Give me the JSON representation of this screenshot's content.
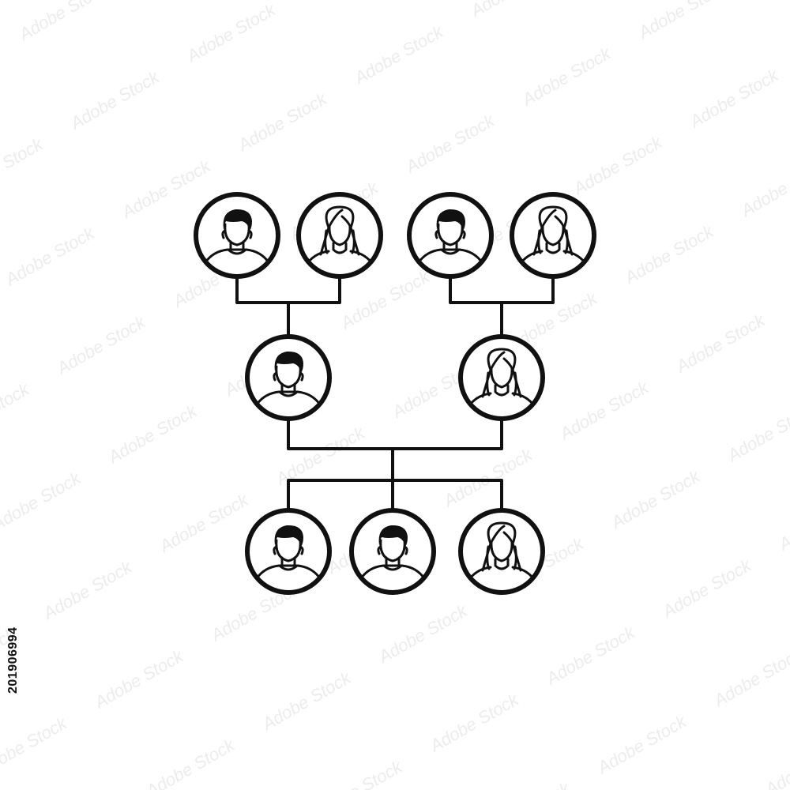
{
  "stock_id": "201906994",
  "watermark_text": "Adobe Stock",
  "colors": {
    "ink": "#111111",
    "background": "#ffffff",
    "watermark": "#e6e6e6"
  },
  "family_tree": {
    "generations": [
      {
        "name": "grandparents",
        "members": [
          {
            "id": "gp1",
            "gender": "male",
            "icon": "man-icon"
          },
          {
            "id": "gp2",
            "gender": "female",
            "icon": "woman-icon"
          },
          {
            "id": "gp3",
            "gender": "male",
            "icon": "man-icon"
          },
          {
            "id": "gp4",
            "gender": "female",
            "icon": "woman-icon"
          }
        ]
      },
      {
        "name": "parents",
        "members": [
          {
            "id": "p1",
            "gender": "male",
            "icon": "man-icon"
          },
          {
            "id": "p2",
            "gender": "female",
            "icon": "woman-icon"
          }
        ]
      },
      {
        "name": "children",
        "members": [
          {
            "id": "c1",
            "gender": "male",
            "icon": "man-icon"
          },
          {
            "id": "c2",
            "gender": "male",
            "icon": "man-icon"
          },
          {
            "id": "c3",
            "gender": "female",
            "icon": "woman-icon"
          }
        ]
      }
    ],
    "links": [
      {
        "parents": [
          "gp1",
          "gp2"
        ],
        "children": [
          "p1"
        ]
      },
      {
        "parents": [
          "gp3",
          "gp4"
        ],
        "children": [
          "p2"
        ]
      },
      {
        "parents": [
          "p1",
          "p2"
        ],
        "children": [
          "c1",
          "c2",
          "c3"
        ]
      }
    ]
  }
}
